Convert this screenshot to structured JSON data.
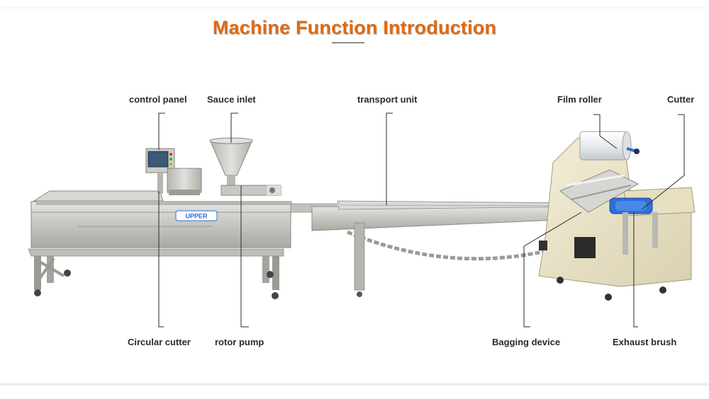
{
  "title": "Machine Function Introduction",
  "logo_text": "UPPER",
  "labels": {
    "control_panel": "control panel",
    "sauce_inlet": "Sauce inlet",
    "transport_unit": "transport unit",
    "film_roller": "Film roller",
    "cutter": "Cutter",
    "circular_cutter": "Circular cutter",
    "rotor_pump": "rotor pump",
    "bagging_device": "Bagging device",
    "exhaust_brush": "Exhaust brush"
  },
  "colors": {
    "title": "#e06a12",
    "steel": "#c9c9c4",
    "cream": "#ece5c8",
    "accent_blue": "#2d6fd6"
  }
}
